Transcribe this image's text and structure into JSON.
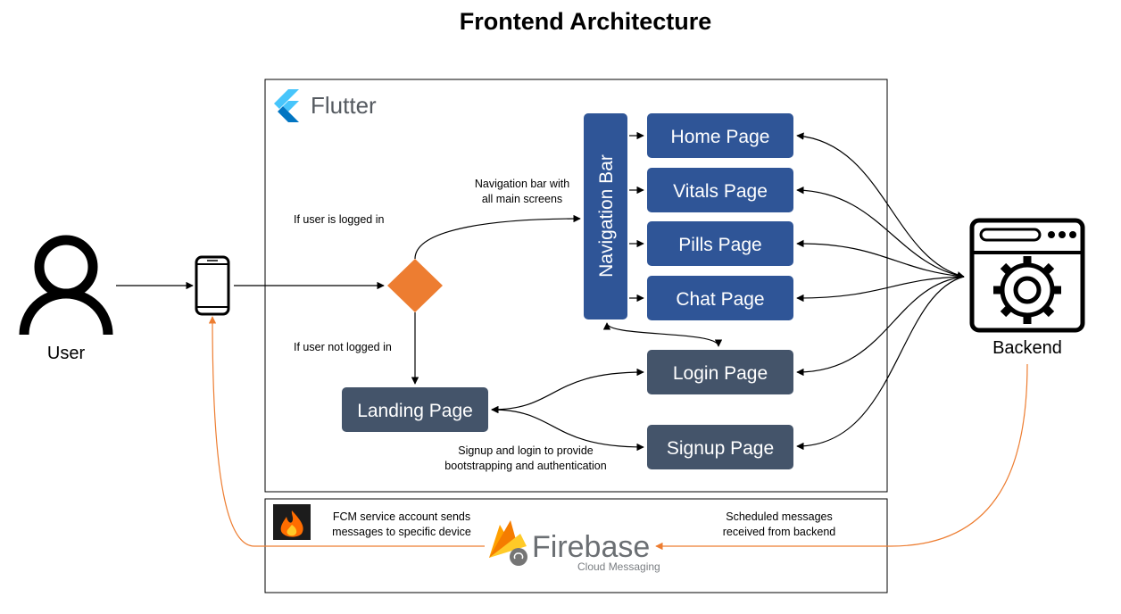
{
  "title": "Frontend Architecture",
  "actors": {
    "user": "User",
    "backend": "Backend"
  },
  "frameworks": {
    "flutter": "Flutter",
    "firebase": "Firebase",
    "firebase_sub": "Cloud Messaging"
  },
  "nav_bar": "Navigation Bar",
  "pages": {
    "home": "Home Page",
    "vitals": "Vitals Page",
    "pills": "Pills Page",
    "chat": "Chat Page",
    "login": "Login Page",
    "signup": "Signup Page",
    "landing": "Landing Page"
  },
  "annotations": {
    "logged_in": "If user is logged in",
    "not_logged_in": "If user not logged in",
    "nav_line1": "Navigation bar with",
    "nav_line2": "all main screens",
    "auth_line1": "Signup and login to provide",
    "auth_line2": "bootstrapping and authentication",
    "fcm_line1": "FCM service account sends",
    "fcm_line2": "messages to specific device",
    "sched_line1": "Scheduled messages",
    "sched_line2": "received from backend"
  },
  "colors": {
    "main_page": "#2f5597",
    "auth_page": "#44546a",
    "decision": "#ed7d31",
    "firebase_link": "#ed7d31"
  }
}
